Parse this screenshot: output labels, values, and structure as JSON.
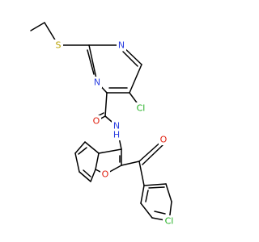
{
  "colors": {
    "background": "#ffffff",
    "carbon_bond": "#000000",
    "S": "#b8a000",
    "N": "#2b3fe0",
    "O": "#e02010",
    "Cl": "#1fae1f",
    "H": "#2b3fe0"
  },
  "labels": {
    "S": "S",
    "N1": "N",
    "N2": "N",
    "Cl1": "Cl",
    "O1": "O",
    "NH": "N",
    "H": "H",
    "O2": "O",
    "O3": "O",
    "Cl2": "Cl"
  }
}
